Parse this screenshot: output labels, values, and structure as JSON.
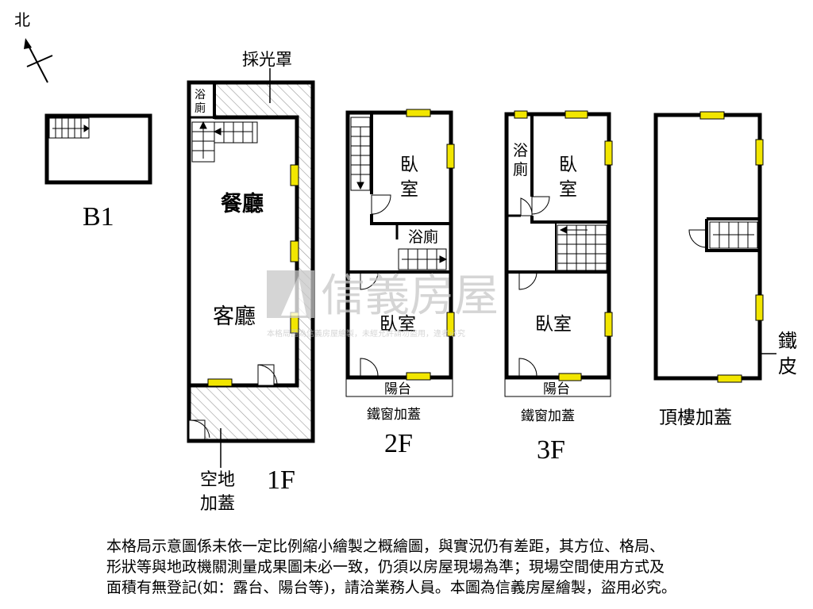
{
  "compass": {
    "label": "北"
  },
  "floors": {
    "b1": {
      "label": "B1"
    },
    "f1": {
      "label": "1F",
      "rooms": {
        "skylight": "採光罩",
        "bath_top": "浴",
        "bath_bottom": "廁",
        "dining": "餐廳",
        "living": "客廳",
        "yard_line1": "空地",
        "yard_line2": "加蓋"
      }
    },
    "f2": {
      "label": "2F",
      "rooms": {
        "bedroom1_top": "臥",
        "bedroom1_bottom": "室",
        "bath": "浴廁",
        "bedroom2": "臥室",
        "balcony": "陽台",
        "window_note": "鐵窗加蓋"
      }
    },
    "f3": {
      "label": "3F",
      "rooms": {
        "bath_top": "浴",
        "bath_bottom": "廁",
        "bedroom1_top": "臥",
        "bedroom1_bottom": "室",
        "bedroom2": "臥室",
        "balcony": "陽台",
        "window_note": "鐵窗加蓋"
      }
    },
    "roof": {
      "label": "頂樓加蓋",
      "iron_top": "鐵",
      "iron_bottom": "皮"
    }
  },
  "watermark": {
    "brand": "信義房屋",
    "note": "本格局圖為信義房屋繪製，未經允許請勿盜用，違者必究"
  },
  "disclaimer": {
    "lines": [
      "本格局示意圖係未依一定比例縮小繪製之概繪圖，與實況仍有差距，其方位、格局、",
      "形狀等與地政機關測量成果圖未必一致，仍須以房屋現場為準；現場空間使用方式及",
      "面積有無登記(如：露台、陽台等)，請洽業務人員。本圖為信義房屋繪製，盜用必究。"
    ]
  },
  "colors": {
    "wall": "#000000",
    "window": "#f2e600",
    "hatch": "#9a9a9a",
    "watermark": "#c8c8c8"
  }
}
